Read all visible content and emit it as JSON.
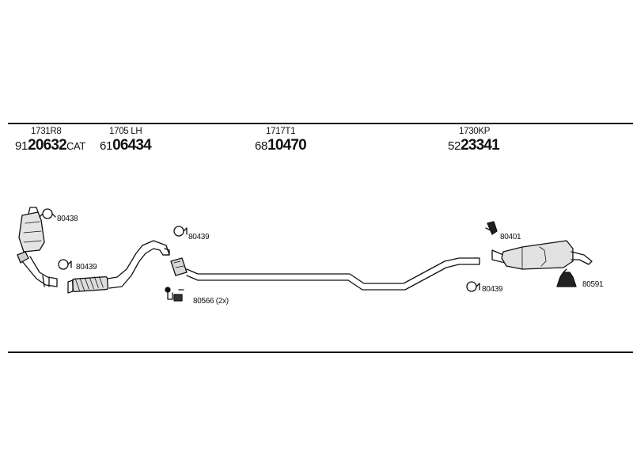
{
  "parts": [
    {
      "code": "1731R8",
      "prefix": "91",
      "main": "20632",
      "suffix": "CAT"
    },
    {
      "code": "1705 LH",
      "prefix": "61",
      "main": "06434",
      "suffix": ""
    },
    {
      "code": "1717T1",
      "prefix": "68",
      "main": "10470",
      "suffix": ""
    },
    {
      "code": "1730KP",
      "prefix": "52",
      "main": "23341",
      "suffix": ""
    }
  ],
  "components": [
    {
      "label": "80438"
    },
    {
      "label": "80439"
    },
    {
      "label": "80439"
    },
    {
      "label": "80566 (2x)"
    },
    {
      "label": "80401"
    },
    {
      "label": "80439"
    },
    {
      "label": "80591"
    }
  ]
}
